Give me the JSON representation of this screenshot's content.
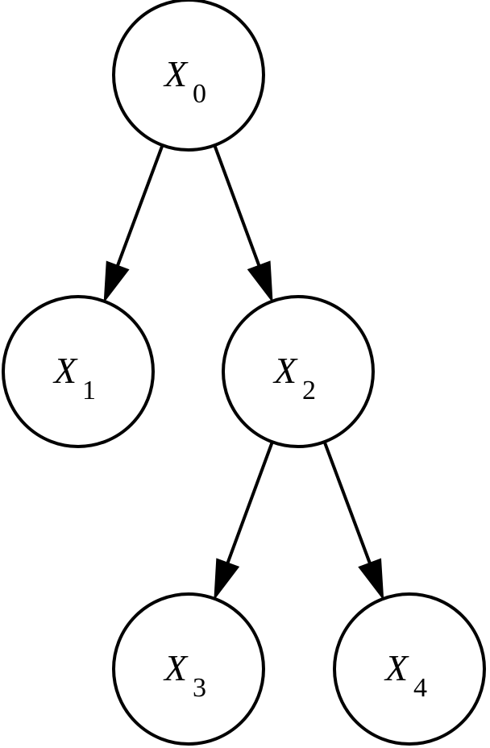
{
  "diagram": {
    "type": "tree",
    "colors": {
      "stroke": "#000000",
      "fill": "#ffffff"
    },
    "nodes": [
      {
        "id": "x0",
        "label": "X",
        "subscript": "0"
      },
      {
        "id": "x1",
        "label": "X",
        "subscript": "1"
      },
      {
        "id": "x2",
        "label": "X",
        "subscript": "2"
      },
      {
        "id": "x3",
        "label": "X",
        "subscript": "3"
      },
      {
        "id": "x4",
        "label": "X",
        "subscript": "4"
      }
    ],
    "edges": [
      {
        "from": "x0",
        "to": "x1"
      },
      {
        "from": "x0",
        "to": "x2"
      },
      {
        "from": "x2",
        "to": "x3"
      },
      {
        "from": "x2",
        "to": "x4"
      }
    ]
  }
}
